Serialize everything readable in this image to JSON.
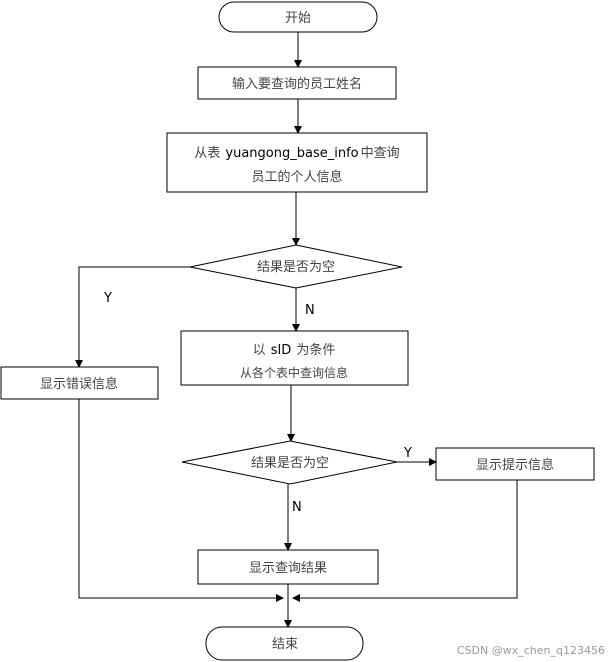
{
  "flowchart": {
    "start": "开始",
    "input_name": "输入要查询的员工姓名",
    "query_prefix": "从表",
    "query_table": "yuangong_base_info",
    "query_suffix": "中查询",
    "query_line2": "员工的个人信息",
    "decision1": "结果是否为空",
    "decision1_yes": "Y",
    "decision1_no": "N",
    "show_error": "显示错误信息",
    "cond_prefix": "以",
    "cond_id": "sID",
    "cond_suffix": "为条件",
    "cond_line2": "从各个表中查询信息",
    "decision2": "结果是否为空",
    "decision2_yes": "Y",
    "decision2_no": "N",
    "show_hint": "显示提示信息",
    "show_result": "显示查询结果",
    "end": "结束"
  },
  "watermark": "CSDN @wx_chen_q123456"
}
